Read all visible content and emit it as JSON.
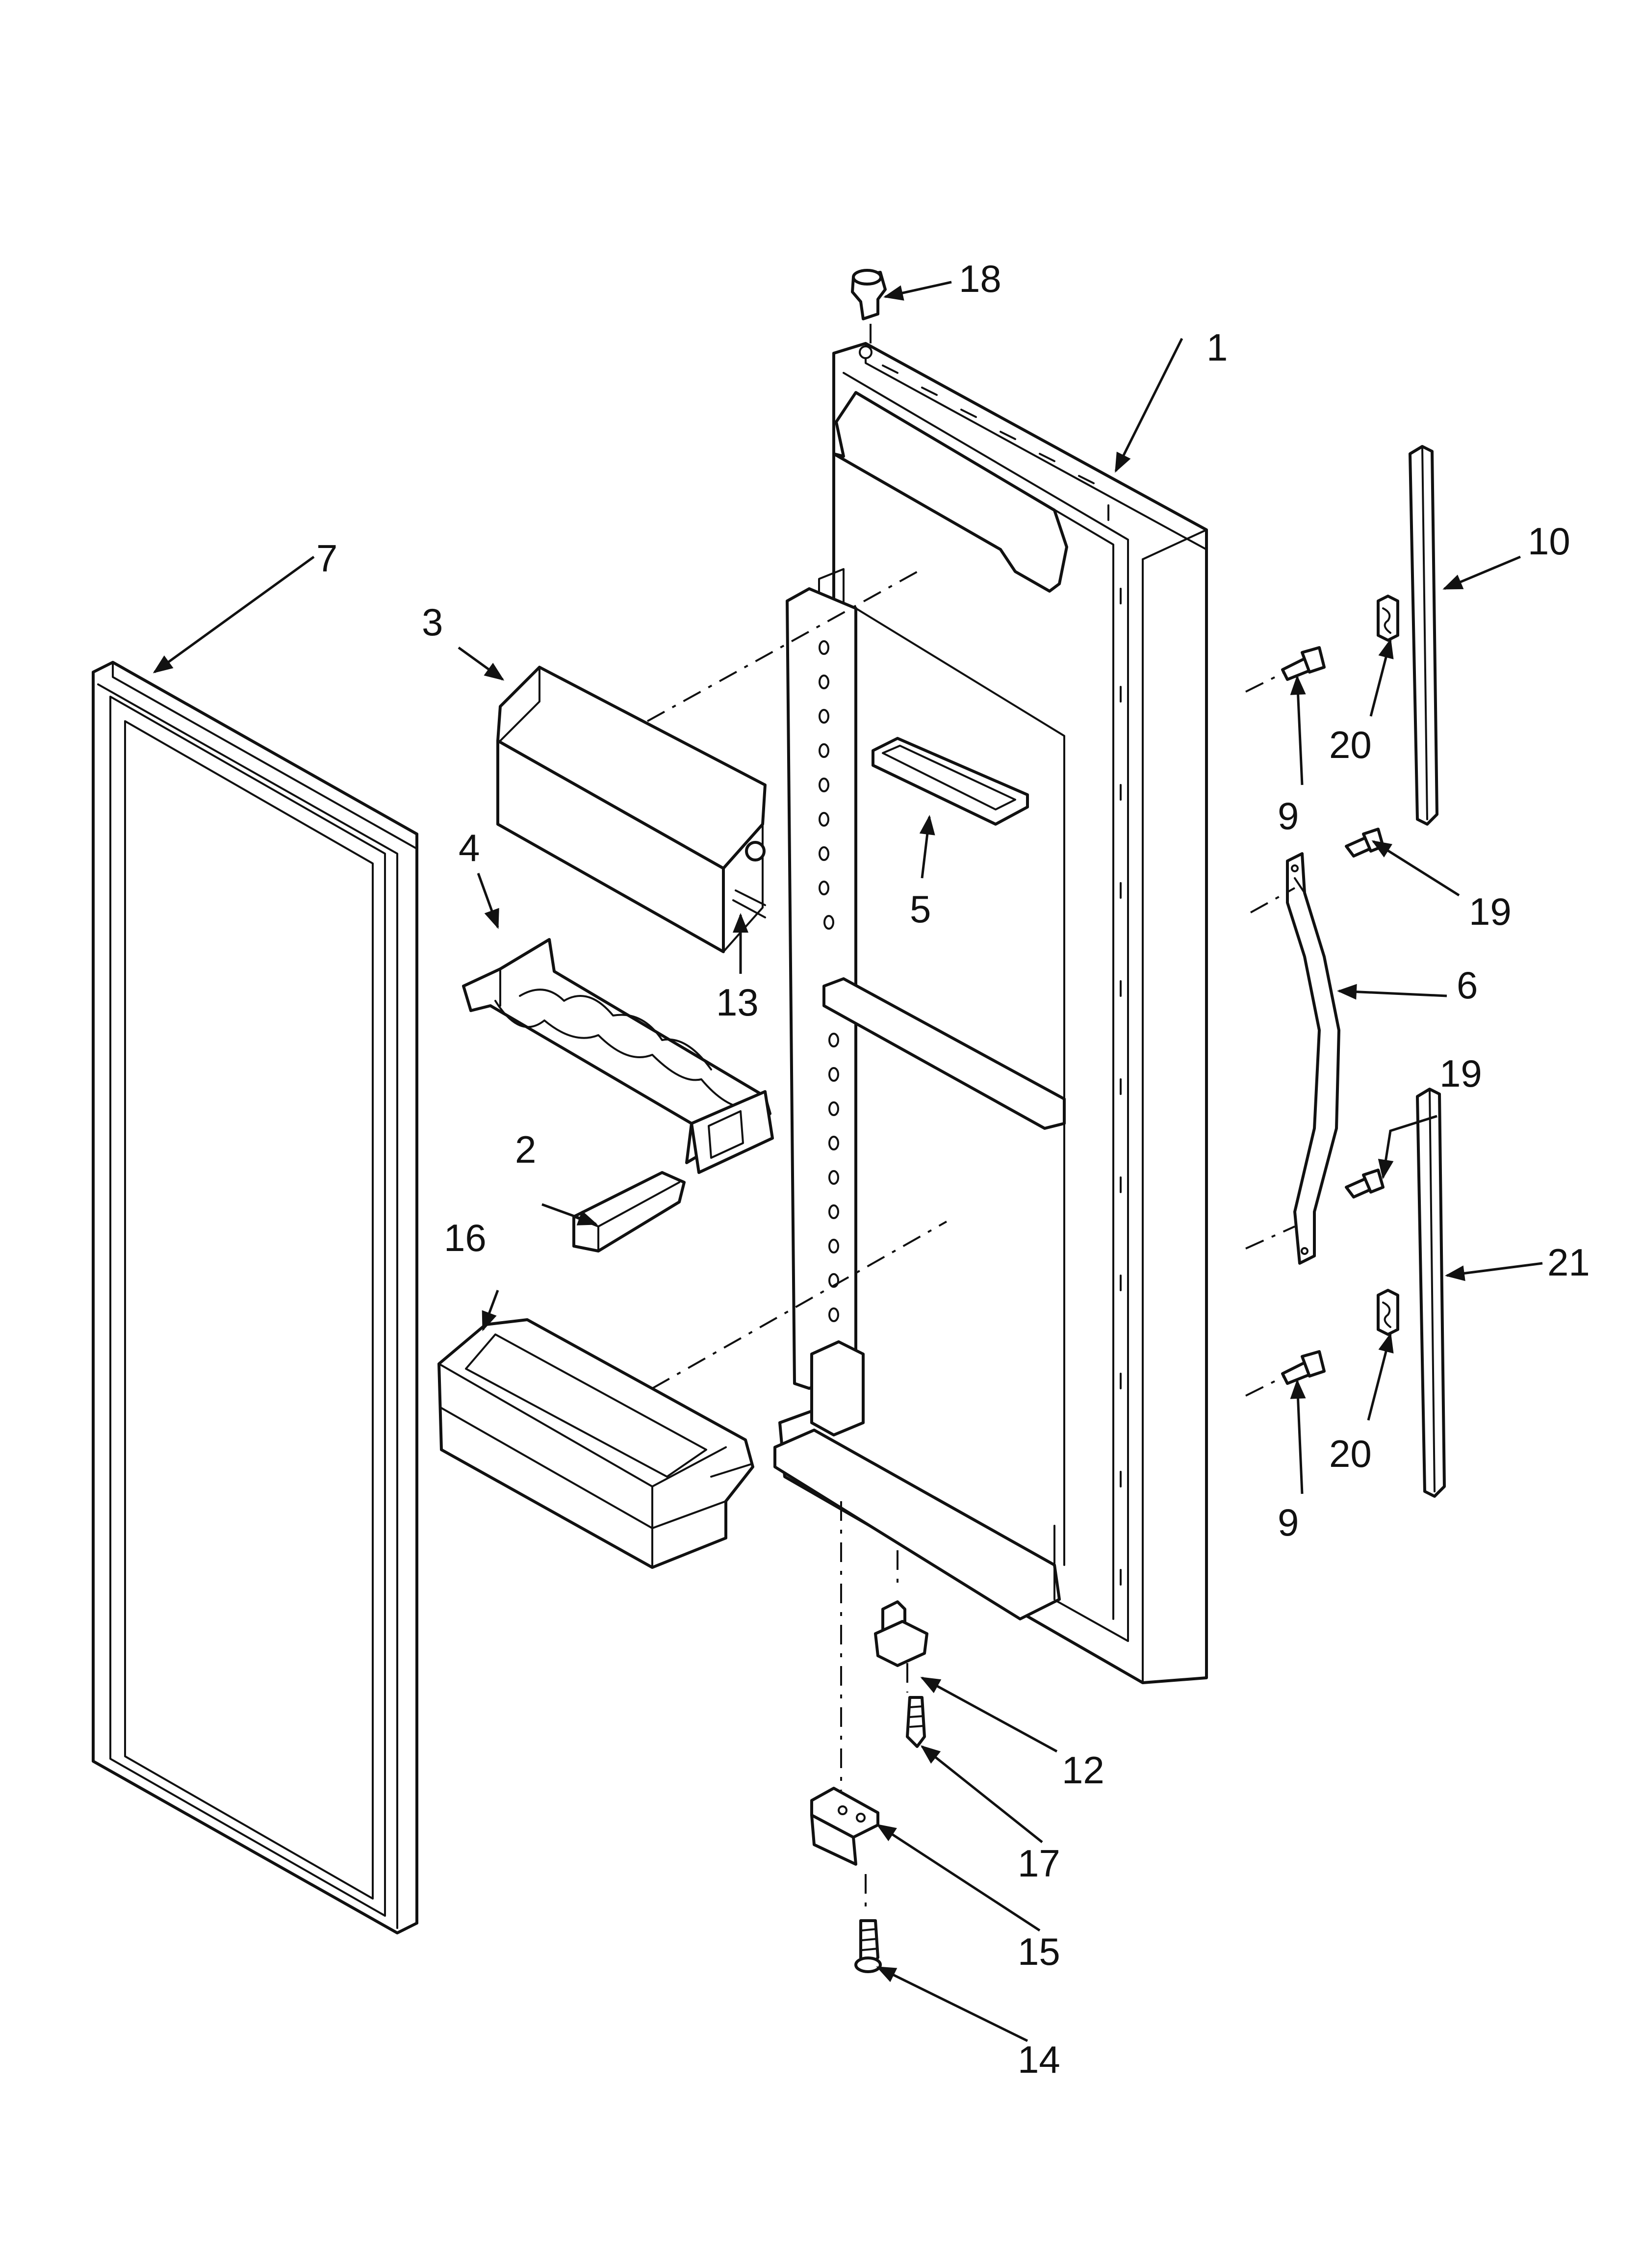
{
  "callouts": {
    "c1": "1",
    "c2": "2",
    "c3": "3",
    "c4": "4",
    "c5": "5",
    "c6": "6",
    "c7": "7",
    "c9a": "9",
    "c9b": "9",
    "c10": "10",
    "c12": "12",
    "c13": "13",
    "c14": "14",
    "c15": "15",
    "c16": "16",
    "c17": "17",
    "c18": "18",
    "c19a": "19",
    "c19b": "19",
    "c20a": "20",
    "c20b": "20",
    "c21": "21"
  }
}
